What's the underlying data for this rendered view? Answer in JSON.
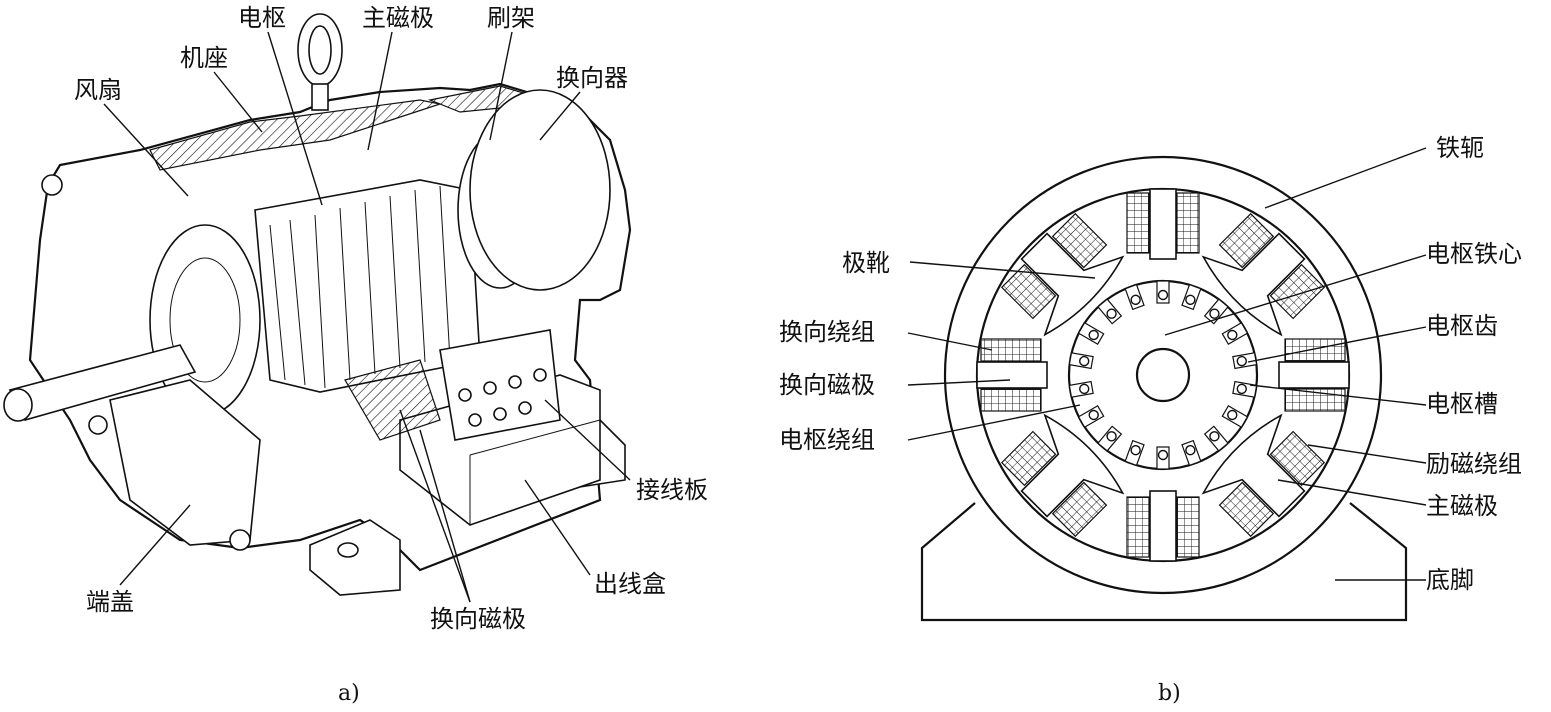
{
  "figure_a": {
    "caption": "a)",
    "labels": {
      "armature": "电枢",
      "main_pole": "主磁极",
      "brush_holder": "刷架",
      "frame": "机座",
      "fan": "风扇",
      "commutator": "换向器",
      "terminal_board": "接线板",
      "terminal_box": "出线盒",
      "commutating_pole": "换向磁极",
      "end_cover": "端盖"
    }
  },
  "figure_b": {
    "caption": "b)",
    "labels": {
      "yoke": "铁轭",
      "pole_shoe": "极靴",
      "armature_core": "电枢铁心",
      "commutating_winding": "换向绕组",
      "armature_tooth": "电枢齿",
      "commutating_pole": "换向磁极",
      "armature_slot": "电枢槽",
      "armature_winding": "电枢绕组",
      "field_winding": "励磁绕组",
      "main_pole": "主磁极",
      "base": "底脚"
    }
  },
  "colors": {
    "ink": "#111111",
    "paper": "#ffffff"
  }
}
